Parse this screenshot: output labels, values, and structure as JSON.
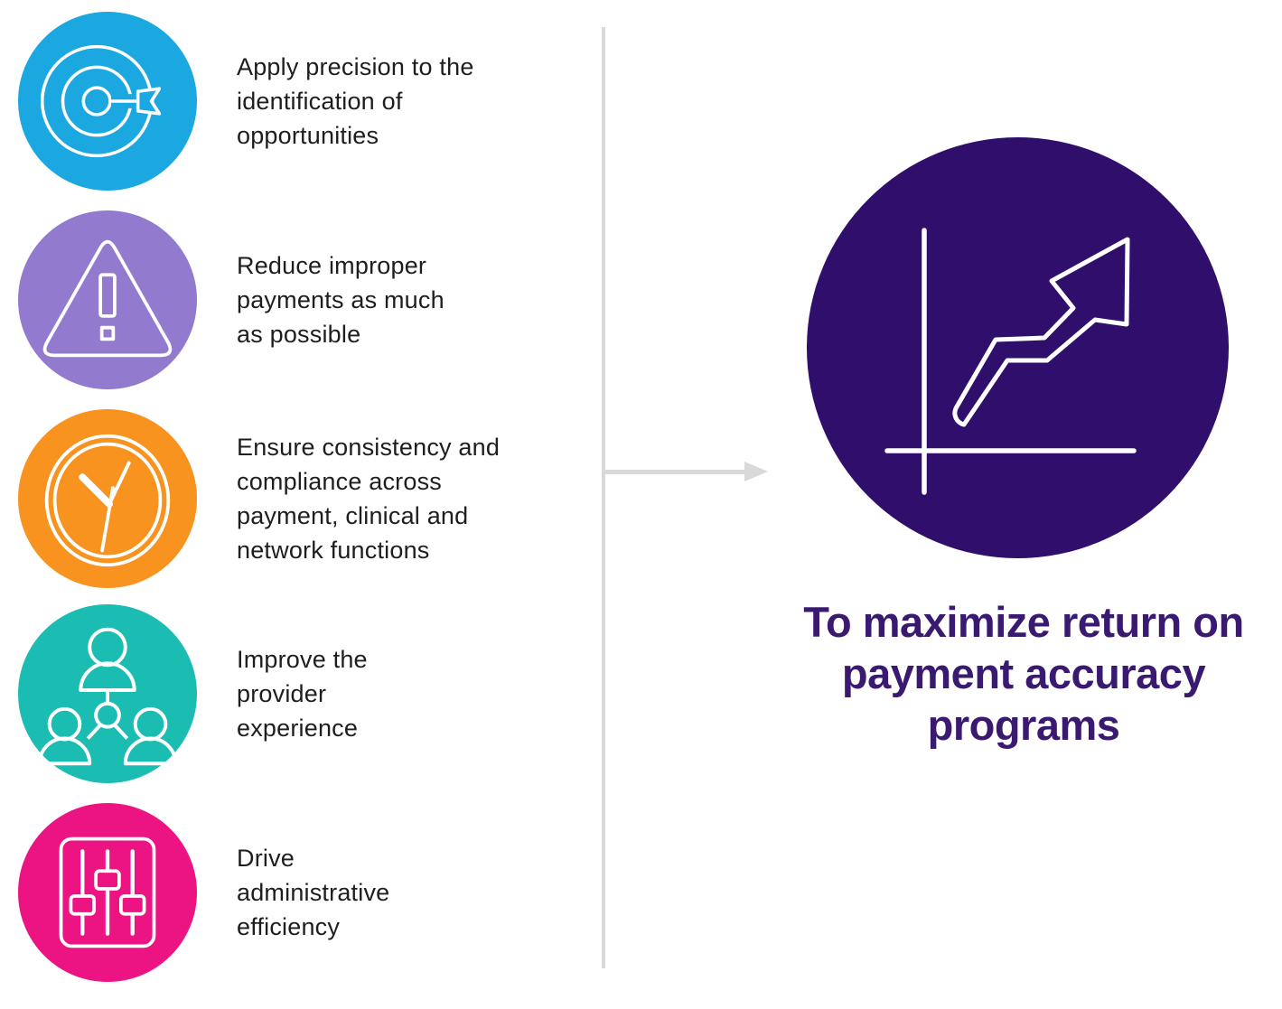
{
  "goals": {
    "items": [
      {
        "label": "Apply precision to the\nidentification of\nopportunities",
        "icon": "target-icon",
        "color": "#1ba7e0"
      },
      {
        "label": "Reduce improper\npayments as much\nas possible",
        "icon": "warning-icon",
        "color": "#927bce"
      },
      {
        "label": "Ensure consistency and\ncompliance across\npayment, clinical and\nnetwork functions",
        "icon": "clock-icon",
        "color": "#f7931e"
      },
      {
        "label": "Improve the\nprovider\nexperience",
        "icon": "team-icon",
        "color": "#1bbcb2"
      },
      {
        "label": "Drive\nadministrative\nefficiency",
        "icon": "sliders-icon",
        "color": "#ec1482"
      }
    ]
  },
  "connector": {
    "direction": "right",
    "color": "#d9d9d9"
  },
  "outcome": {
    "headline": "To maximize return on\npayment accuracy\nprograms",
    "icon": "growth-chart-icon",
    "color": "#2f0f6b",
    "headline_color": "#3a1a70"
  }
}
